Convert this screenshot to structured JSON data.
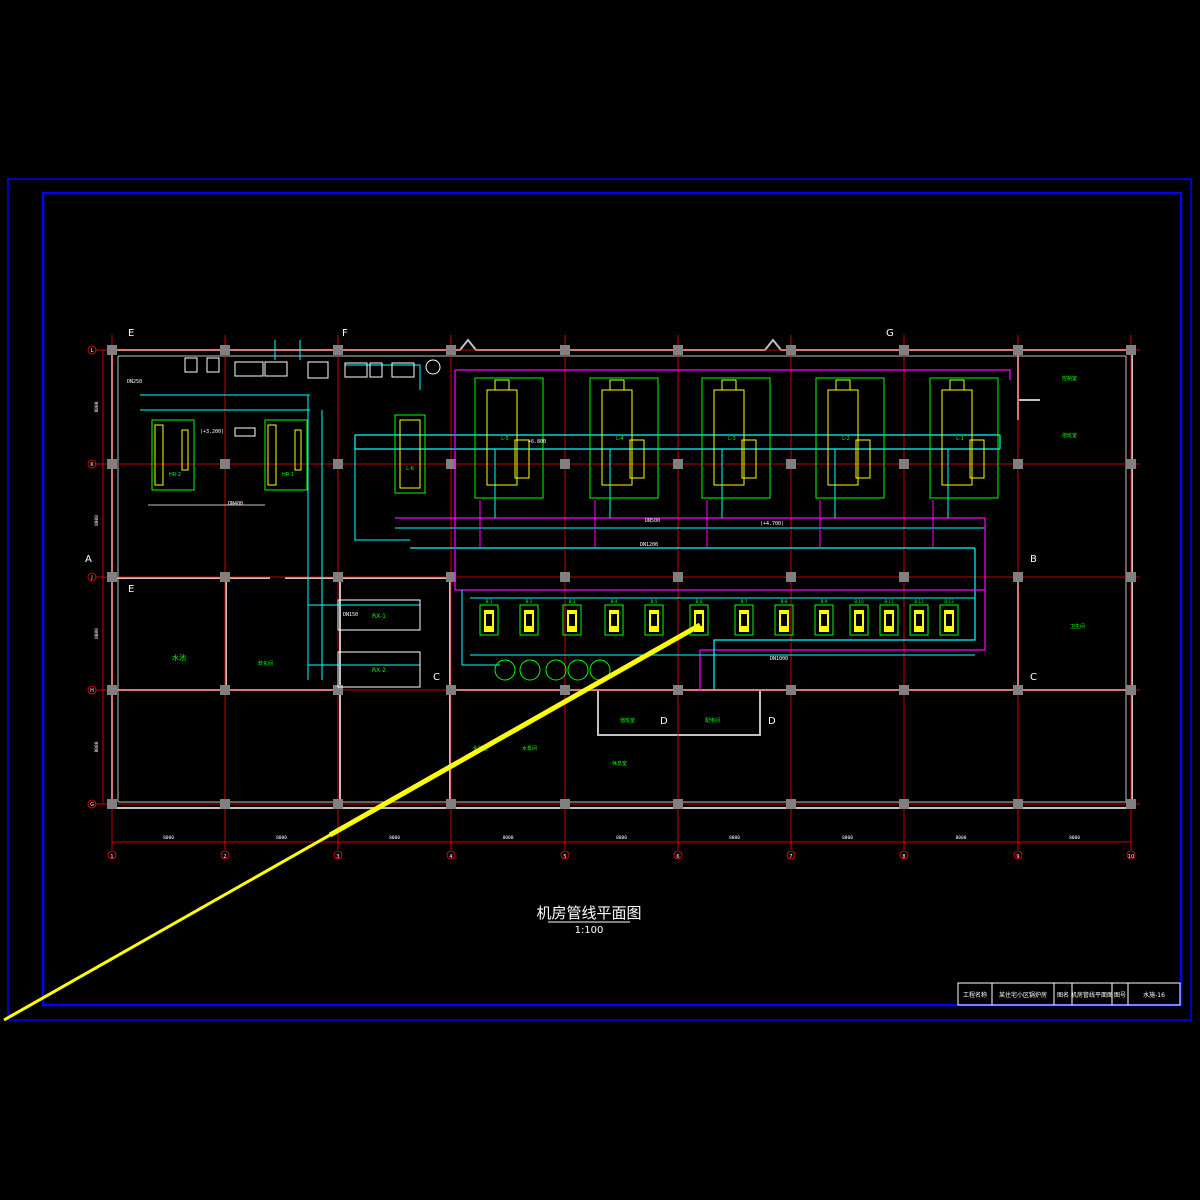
{
  "colors": {
    "background": "#000000",
    "frame": "#0000ff",
    "grid": "#ff0000",
    "wall": "#c0c0c0",
    "pipe_cyan": "#00ffff",
    "pipe_magenta": "#ff00ff",
    "equipment_green": "#00ff00",
    "equipment_yellow": "#ffff00",
    "text_white": "#ffffff",
    "leader_yellow": "#ffff00"
  },
  "title": {
    "main": "机房管线平面图",
    "scale": "1:100"
  },
  "title_block": {
    "project_label": "工程名称",
    "project_value": "某住宅小区锅炉房",
    "drawing_label": "图名",
    "drawing_value": "机房管线平面图",
    "number_label": "图号",
    "number_value": "水施-16"
  },
  "grid_axes": {
    "columns": [
      "1",
      "2",
      "3",
      "4",
      "5",
      "6",
      "7",
      "8",
      "9",
      "10"
    ],
    "rows": [
      "L",
      "K",
      "J",
      "H",
      "G"
    ]
  },
  "dimensions": {
    "column_spacing": [
      "8000",
      "8000",
      "8000",
      "8000",
      "8000",
      "8000",
      "8000",
      "8000",
      "8000"
    ],
    "row_spacing": [
      "8000",
      "8000",
      "8000",
      "8000"
    ]
  },
  "room_labels": {
    "water_pool": "水池",
    "softening_room": "软化间",
    "control_room": "控制室",
    "office": "值班室",
    "restroom": "卫生间",
    "storage": "值班室",
    "duty": "配电间",
    "lab": "化验室",
    "pump_house": "水泵间",
    "rest": "休息室"
  },
  "equipment": {
    "boilers": [
      "L-5",
      "L-4",
      "L-3",
      "L-2",
      "L-1"
    ],
    "small_boiler": "L-6",
    "heat_exchangers": [
      "HR-2",
      "HR-1"
    ],
    "tanks": [
      "RX-1",
      "RX-2"
    ],
    "pumps_left": [
      "B-1",
      "B-2",
      "B-3",
      "B-4",
      "B-5"
    ],
    "pumps_right": [
      "B-6",
      "B-7",
      "B-8",
      "B-9",
      "B-10",
      "B-11",
      "B-12",
      "B-13"
    ]
  },
  "pipe_labels": {
    "dn1200": "DN1200",
    "dn1000": "DN1000",
    "dn500": "DN500",
    "dn250": "DN250",
    "dn400": "DN400",
    "dn150": "DN150",
    "elev_4700": "(+4.700)",
    "elev_3200": "(+3.200)",
    "elev_6800": "+6.800"
  },
  "section_marks": [
    "A",
    "B",
    "C",
    "C",
    "D",
    "D",
    "E",
    "F",
    "G",
    "E"
  ]
}
